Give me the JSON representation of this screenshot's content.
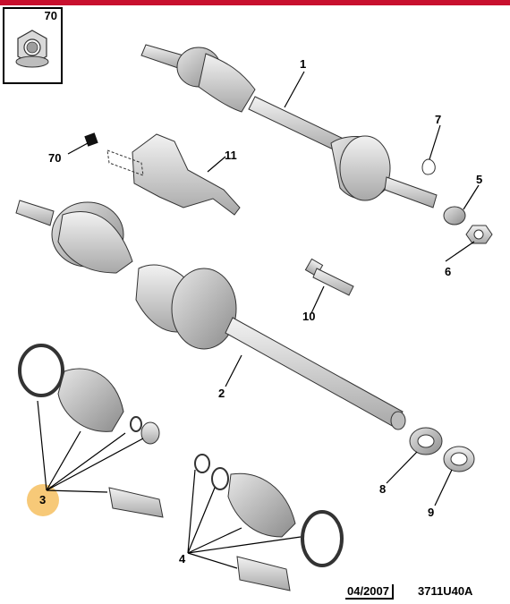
{
  "header": {
    "bar_color": "#c8102e"
  },
  "inset": {
    "number": "70",
    "icon": "flange-nut-icon"
  },
  "callouts": {
    "c1": "1",
    "c2": "2",
    "c3": "3",
    "c4": "4",
    "c5": "5",
    "c6": "6",
    "c7": "7",
    "c8": "8",
    "c9": "9",
    "c10": "10",
    "c11": "11",
    "c70": "70"
  },
  "highlight": {
    "item": "3",
    "color": "#f7c978"
  },
  "footer": {
    "date": "04/2007",
    "code": "3711U40A"
  }
}
